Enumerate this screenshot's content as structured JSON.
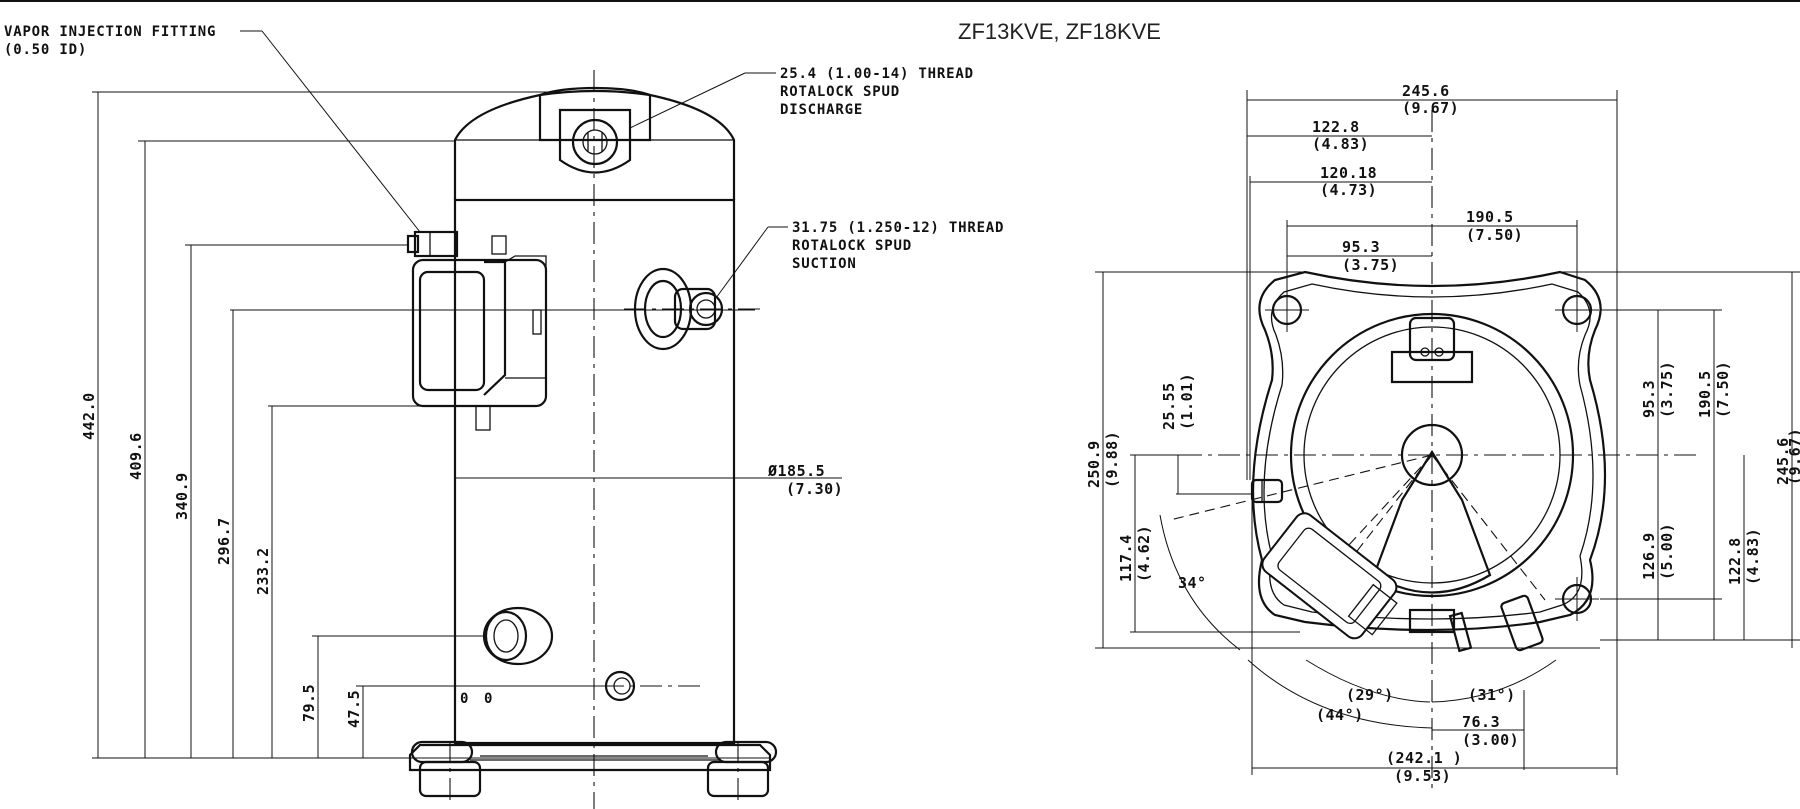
{
  "title": "ZF13KVE, ZF18KVE",
  "callouts": {
    "vapor_line1": "VAPOR INJECTION FITTING",
    "vapor_line2": "(0.50 ID)",
    "discharge_line1": "25.4 (1.00-14) THREAD",
    "discharge_line2": "ROTALOCK SPUD",
    "discharge_line3": "DISCHARGE",
    "suction_line1": "31.75 (1.250-12) THREAD",
    "suction_line2": "ROTALOCK SPUD",
    "suction_line3": "SUCTION"
  },
  "side_view": {
    "heights": [
      "442.0",
      "409.6",
      "340.9",
      "296.7",
      "233.2",
      "79.5",
      "47.5"
    ],
    "diameter": "Ø185.5",
    "diameter_in": "(7.30)"
  },
  "top_view": {
    "w_245_6": "245.6",
    "w_245_6_in": "(9.67)",
    "w_122_8": "122.8",
    "w_122_8_in": "(4.83)",
    "w_120_18": "120.18",
    "w_120_18_in": "(4.73)",
    "w_190_5": "190.5",
    "w_190_5_in": "(7.50)",
    "w_95_3": "95.3",
    "w_95_3_in": "(3.75)",
    "l_250_9": "250.9",
    "l_250_9_in": "(9.88)",
    "l_25_55": "25.55",
    "l_25_55_in": "(1.01)",
    "l_117_4": "117.4",
    "l_117_4_in": "(4.62)",
    "r_95_3": "95.3",
    "r_95_3_in": "(3.75)",
    "r_190_5": "190.5",
    "r_190_5_in": "(7.50)",
    "r_126_9": "126.9",
    "r_126_9_in": "(5.00)",
    "r_122_8": "122.8",
    "r_122_8_in": "(4.83)",
    "r_245_6": "245.6",
    "r_245_6_in": "(9.67)",
    "angle_34": "34°",
    "angle_29": "(29°)",
    "angle_31": "(31°)",
    "angle_44": "(44°)",
    "b_76_3": "76.3",
    "b_76_3_in": "(3.00)",
    "b_242_1": "(242.1 )",
    "b_242_1_in": "(9.53)"
  }
}
